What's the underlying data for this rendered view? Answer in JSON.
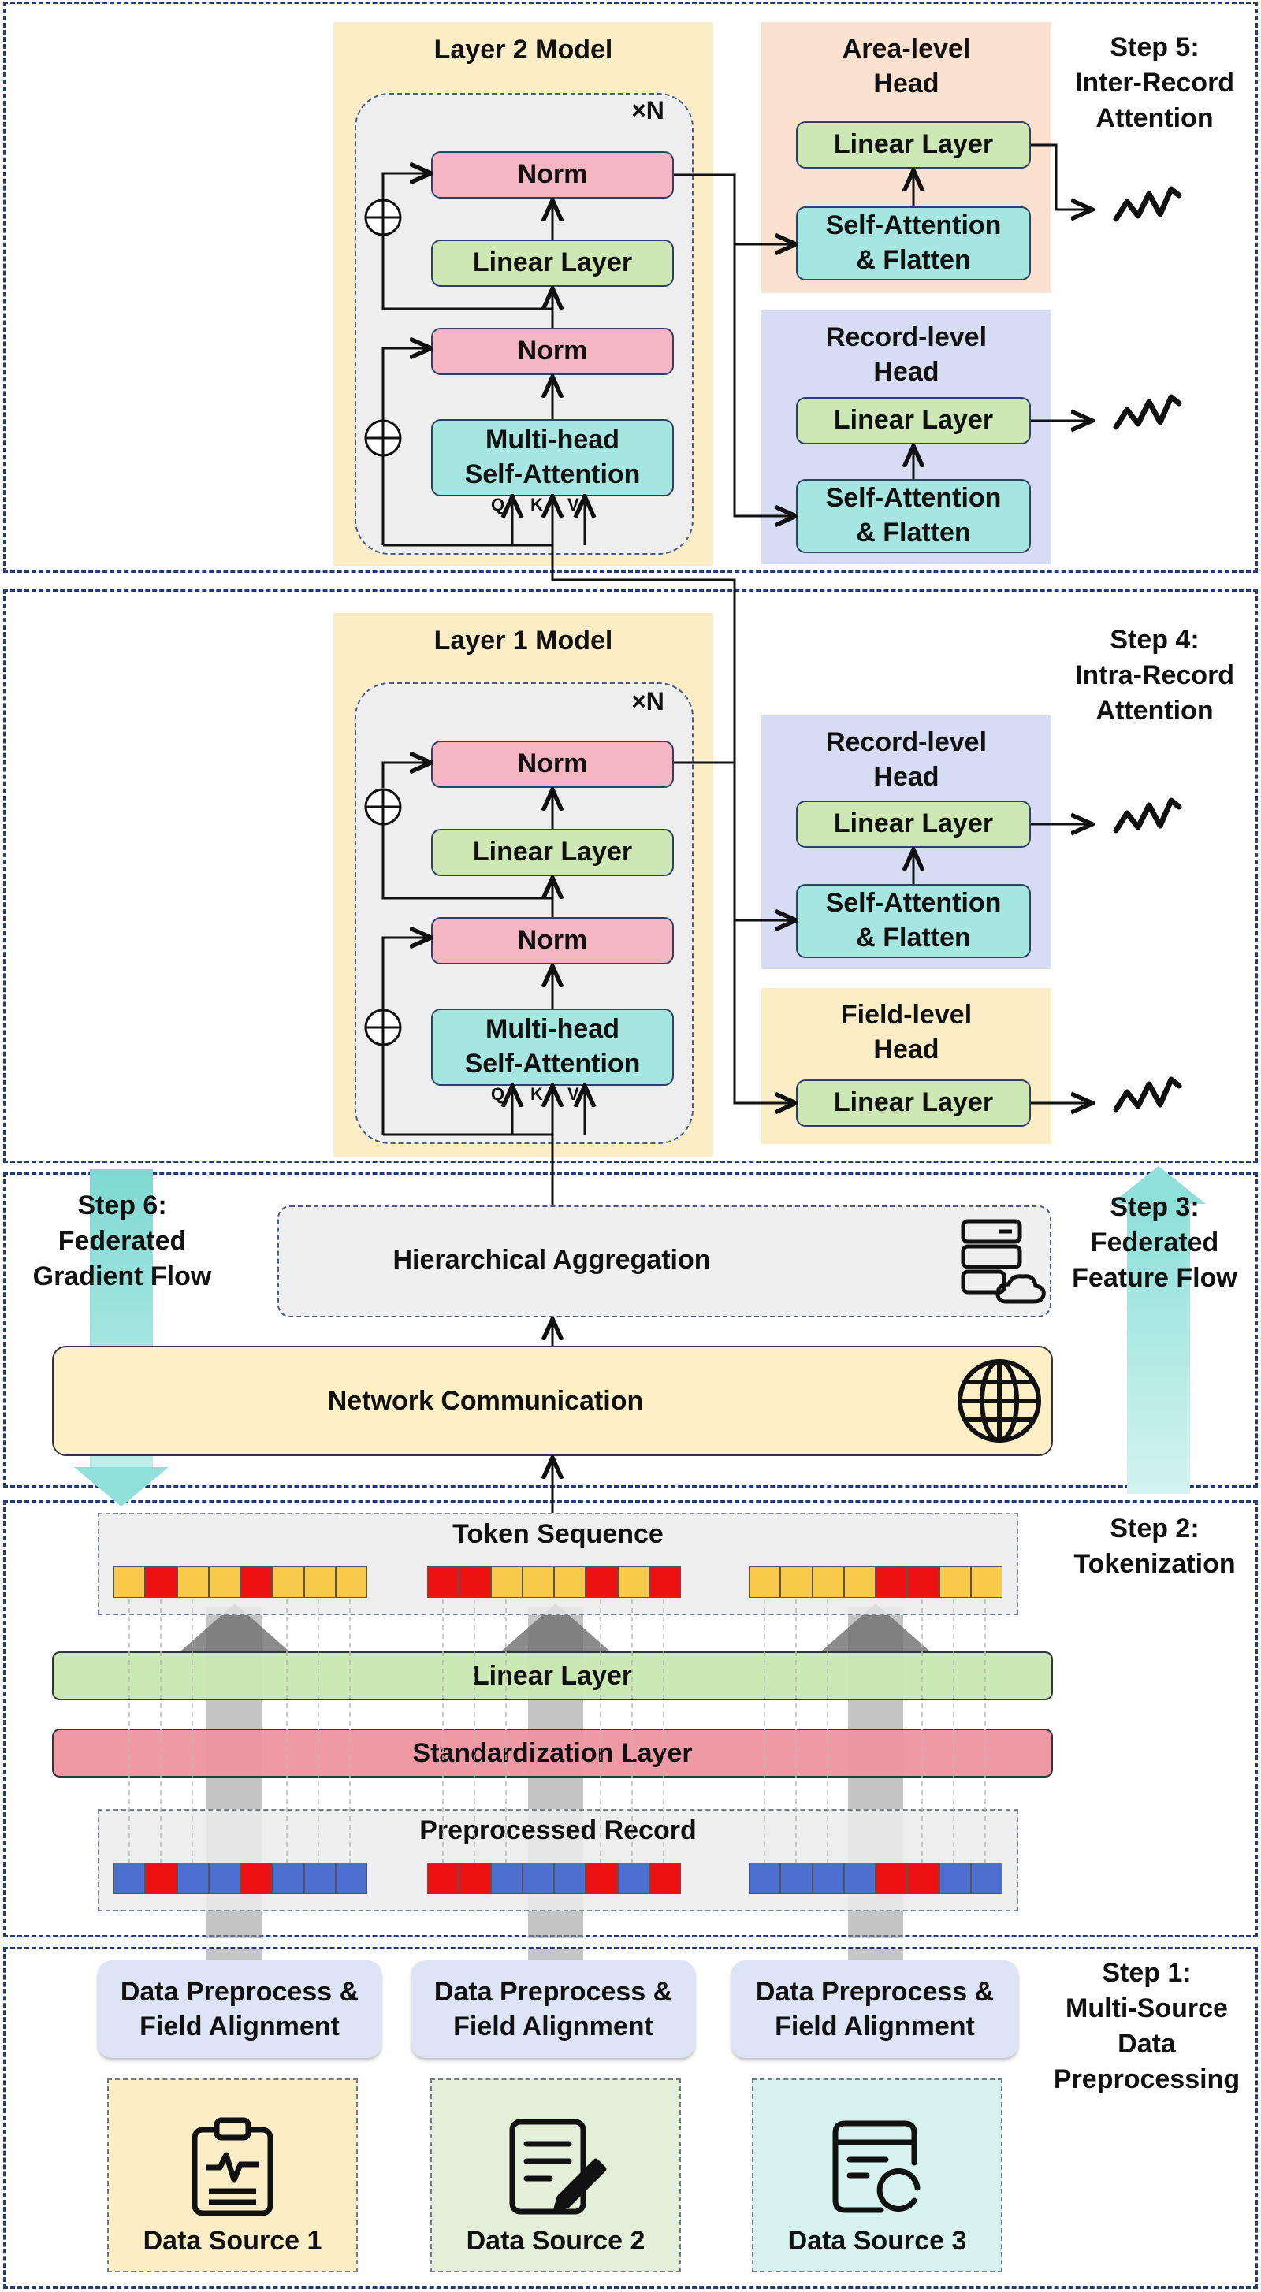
{
  "steps": {
    "step5": "Step 5:\nInter-Record\nAttention",
    "step4": "Step 4:\nIntra-Record\nAttention",
    "step6": "Step 6:\nFederated\nGradient Flow",
    "step3": "Step 3:\nFederated\nFeature Flow",
    "step2": "Step 2:\nTokenization",
    "step1": "Step 1:\nMulti-Source\nData\nPreprocessing"
  },
  "layer2": {
    "title": "Layer 2 Model",
    "repeat": "×N",
    "norm_top": "Norm",
    "linear": "Linear Layer",
    "norm_bottom": "Norm",
    "mha": "Multi-head\nSelf-Attention",
    "q": "Q",
    "k": "K",
    "v": "V"
  },
  "layer1": {
    "title": "Layer 1 Model",
    "repeat": "×N",
    "norm_top": "Norm",
    "linear": "Linear Layer",
    "norm_bottom": "Norm",
    "mha": "Multi-head\nSelf-Attention",
    "q": "Q",
    "k": "K",
    "v": "V"
  },
  "heads": {
    "area": {
      "title": "Area-level\nHead",
      "linear": "Linear Layer",
      "attn": "Self-Attention\n& Flatten"
    },
    "record2": {
      "title": "Record-level\nHead",
      "linear": "Linear Layer",
      "attn": "Self-Attention\n& Flatten"
    },
    "record1": {
      "title": "Record-level\nHead",
      "linear": "Linear Layer",
      "attn": "Self-Attention\n& Flatten"
    },
    "field": {
      "title": "Field-level\nHead",
      "linear": "Linear Layer"
    }
  },
  "aggregation": "Hierarchical Aggregation",
  "network": "Network Communication",
  "token_sequence": "Token Sequence",
  "linear_layer": "Linear Layer",
  "standardization": "Standardization Layer",
  "preprocessed": "Preprocessed Record",
  "preprocess_label": "Data Preprocess &\nField Alignment",
  "sources": [
    "Data Source 1",
    "Data Source 2",
    "Data Source 3"
  ],
  "token_pattern": {
    "group1": [
      "y",
      "r",
      "y",
      "y",
      "r",
      "y",
      "y",
      "y"
    ],
    "group2": [
      "r",
      "r",
      "y",
      "y",
      "y",
      "r",
      "y",
      "r"
    ],
    "group3": [
      "y",
      "y",
      "y",
      "y",
      "r",
      "r",
      "y",
      "y"
    ]
  },
  "record_pattern": {
    "group1": [
      "b",
      "r",
      "b",
      "b",
      "r",
      "b",
      "b",
      "b"
    ],
    "group2": [
      "r",
      "r",
      "b",
      "b",
      "b",
      "r",
      "b",
      "r"
    ],
    "group3": [
      "b",
      "b",
      "b",
      "b",
      "r",
      "r",
      "b",
      "b"
    ]
  },
  "colors": {
    "token_yellow": "#f9c94a",
    "token_red": "#ee1111",
    "record_blue": "#4d6fd1",
    "norm": "#f4b6c2",
    "linear": "#cde8b4",
    "attention": "#a6e6e0",
    "head_blue": "#d6dcf4",
    "head_orange": "#fbe1cf",
    "head_yellow": "#fbeec6",
    "standardization": "#ee93a0",
    "network": "#fdf0c7",
    "flow_teal": "#7fd9d2"
  }
}
